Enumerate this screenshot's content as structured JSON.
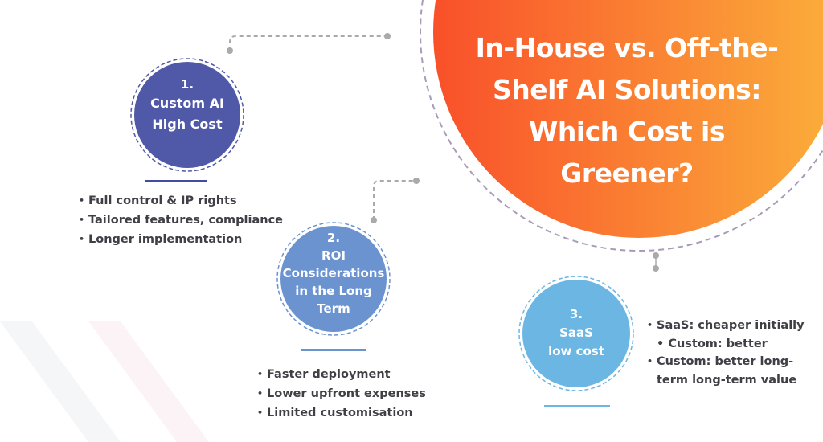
{
  "title": "In-House vs. Off-the-Shelf AI Solutions: Which Cost is Greener?",
  "title_lines": [
    "In-House vs. Off-the-",
    "Shelf AI Solutions:",
    "Which Cost is",
    "Greener?"
  ],
  "colors": {
    "circle1": "#5059a8",
    "circle2": "#6b93d0",
    "circle3": "#6cb6e4",
    "title_gradient_start": "#f9502a",
    "title_gradient_end": "#fbb03b",
    "text": "#3f3f46"
  },
  "items": [
    {
      "number": "1.",
      "lines": [
        "Custom AI",
        "High Cost"
      ],
      "bullets": [
        "Full control & IP rights",
        "Tailored features, compliance",
        "Longer implementation"
      ]
    },
    {
      "number": "2.",
      "lines": [
        "ROI",
        "Considerations",
        "in the Long",
        "Term"
      ],
      "bullets": [
        "Faster deployment",
        "Lower upfront expenses",
        "Limited customisation"
      ]
    },
    {
      "number": "3.",
      "lines": [
        "SaaS",
        "low cost"
      ],
      "bullets": [
        "SaaS: cheaper initially • Custom: better",
        "Custom: better long-term long-term value"
      ]
    }
  ]
}
